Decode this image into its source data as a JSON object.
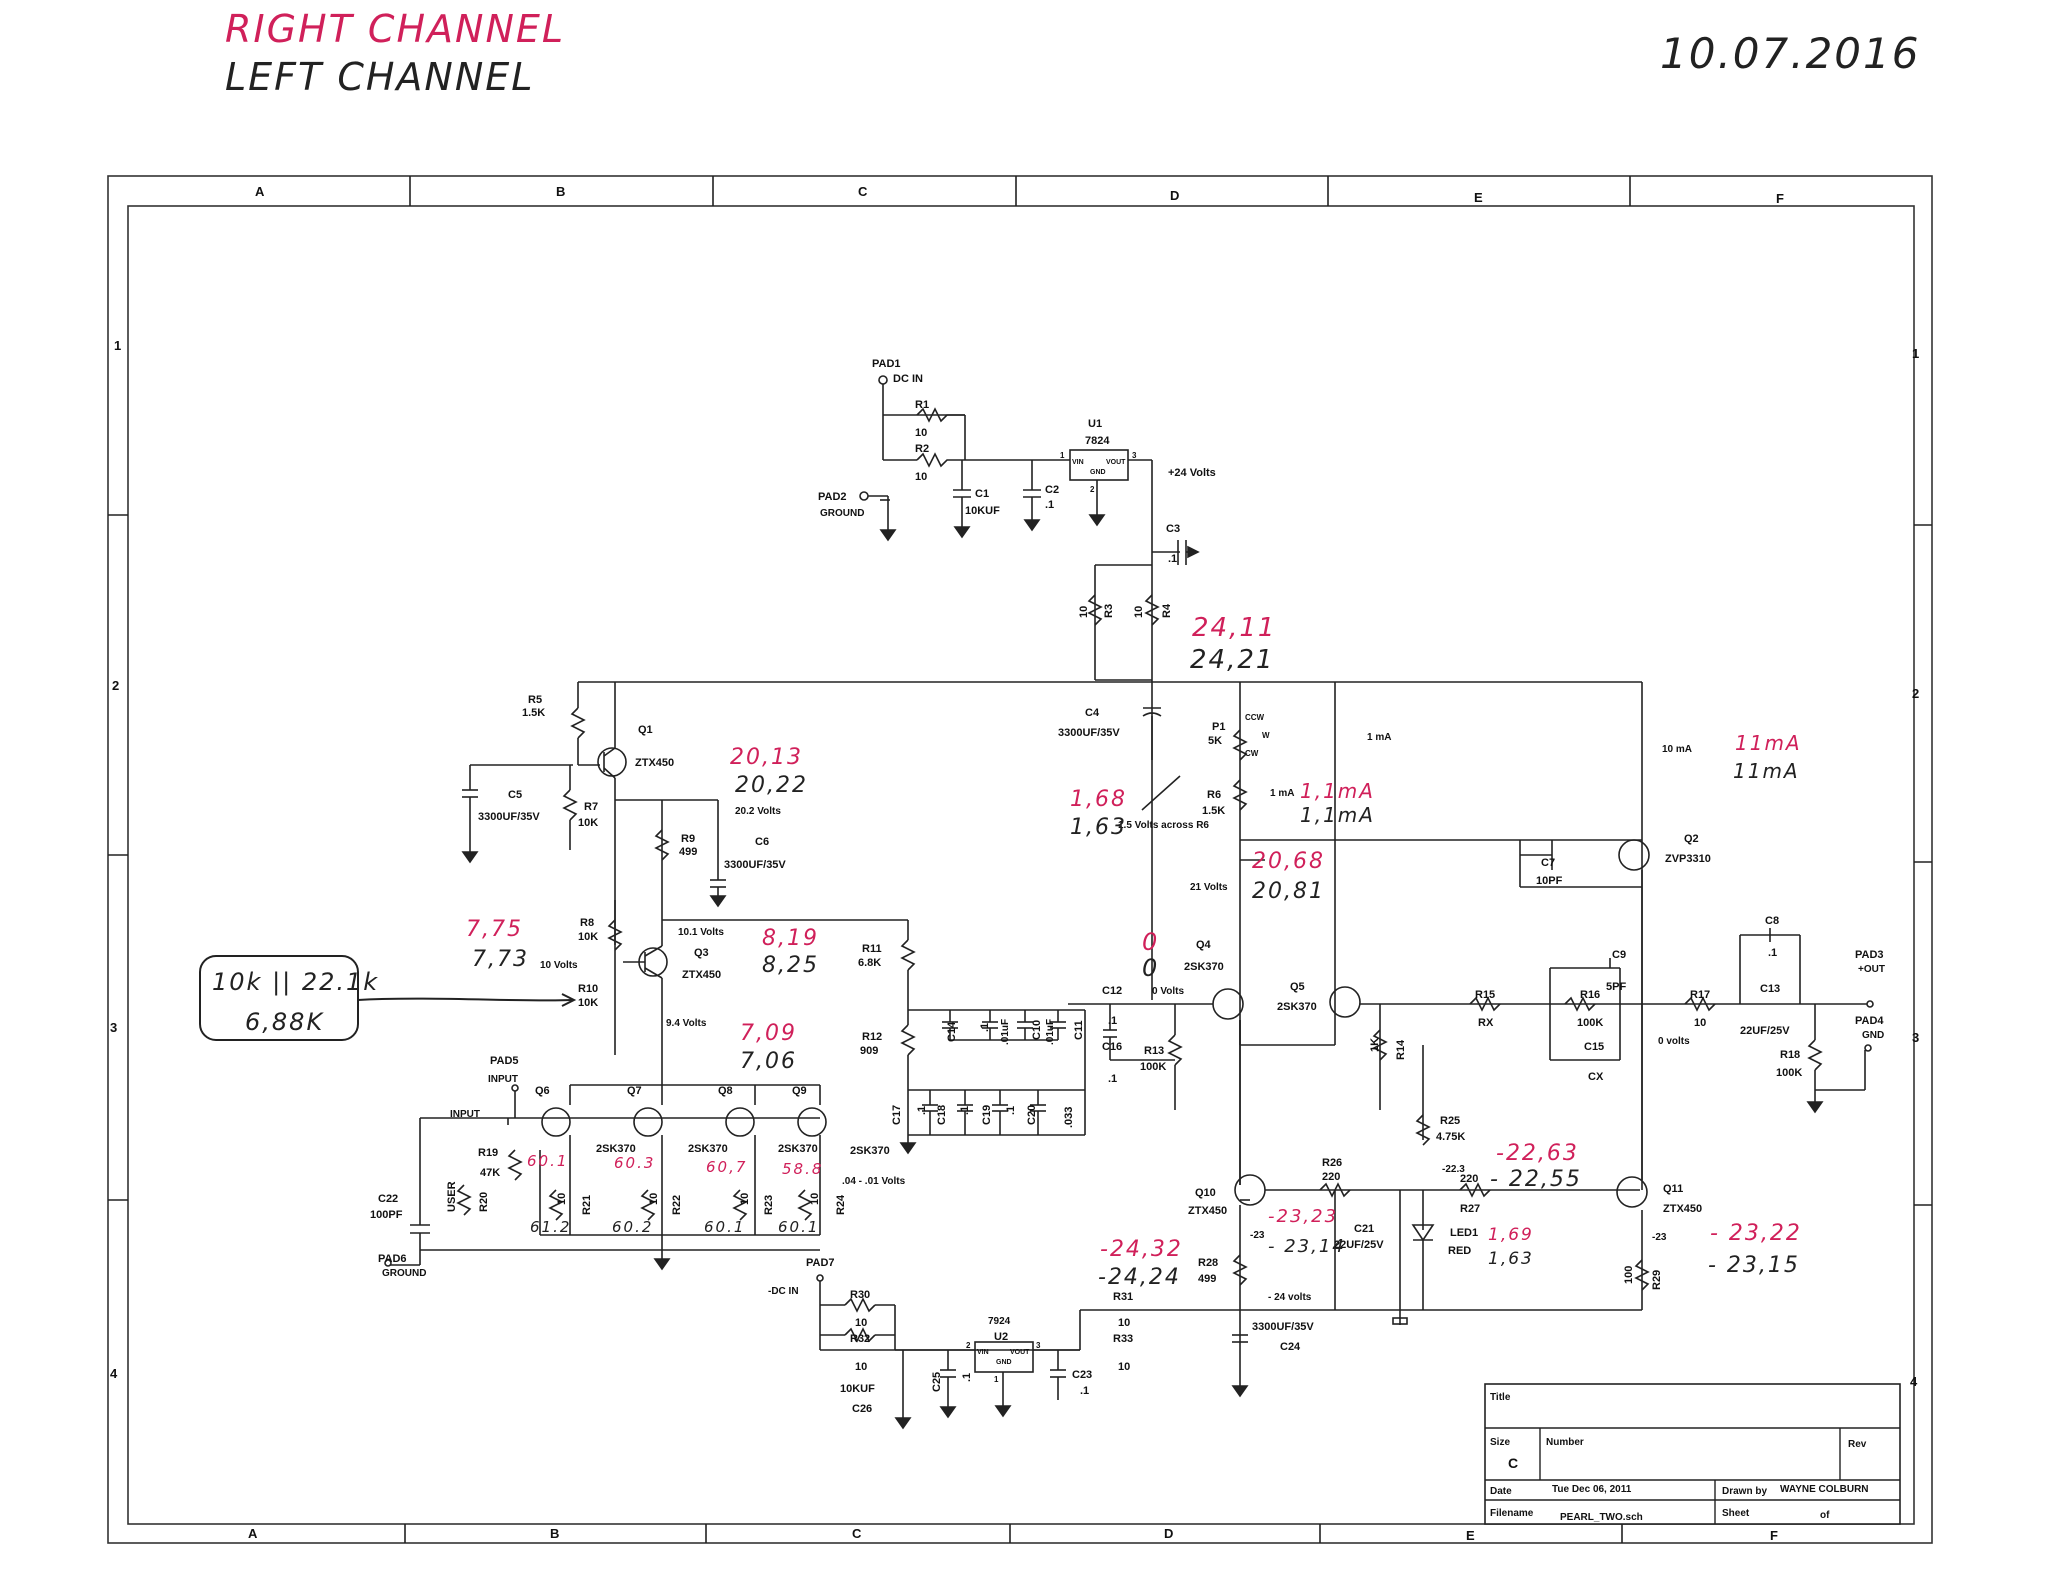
{
  "header": {
    "right_channel": "RIGHT CHANNEL",
    "left_channel": "LEFT CHANNEL",
    "date": "10.07.2016"
  },
  "colors": {
    "annotation_red": "#d0205a",
    "ink": "#222222"
  },
  "grid": {
    "columns": [
      "A",
      "B",
      "C",
      "D",
      "E",
      "F"
    ],
    "rows": [
      "1",
      "2",
      "3",
      "4"
    ]
  },
  "supply": {
    "pad1": "PAD1",
    "dc_in": "DC IN",
    "r1": "R1",
    "r1_val": "10",
    "r2": "R2",
    "r2_val": "10",
    "c1": "C1",
    "c1_val": "10KUF",
    "c2": "C2",
    "c2_val": ".1",
    "u1": "U1",
    "u1_part": "7824",
    "u1_vin": "VIN",
    "u1_vout": "VOUT",
    "u1_gnd": "GND",
    "pin1": "1",
    "pin2": "2",
    "pin3": "3",
    "plus24": "+24 Volts",
    "pad2": "PAD2",
    "ground": "GROUND",
    "c3": "C3",
    "c3_val": ".1",
    "r3": "R3",
    "r3_val": "10",
    "r4": "R4",
    "r4_val": "10",
    "c4": "C4",
    "c4_val": "3300UF/35V"
  },
  "annotations": {
    "v_24_11": "24,11",
    "v_24_21": "24,21",
    "v_20_13": "20,13",
    "v_20_22": "20,22",
    "v_7_75": "7,75",
    "v_7_73": "7,73",
    "v_8_19": "8,19",
    "v_8_25": "8,25",
    "v_7_09": "7,09",
    "v_7_06": "7,06",
    "v_1_68": "1,68",
    "v_1_63": "1,63",
    "i_11ma_r": "11mA",
    "i_11ma_k": "11mA",
    "i_11_1ma_r": "1,1mA",
    "i_11_1ma_k": "1,1mA",
    "v_20_68": "20,68",
    "v_20_81": "20,81",
    "v_0_r": "0",
    "v_0_k": "0",
    "v_60_1a": "60.1",
    "v_60_3": "60.3",
    "v_60_7": "60,7",
    "v_58_8": "58.8",
    "v_61_2": "61.2",
    "v_60_2": "60.2",
    "v_60_1b": "60.1",
    "v_60_1c": "60.1",
    "v_m22_63": "-22,63",
    "v_m22_55": "- 22,55",
    "v_m23_23": "-23,23",
    "v_m23_14": "- 23,14",
    "v_m24_32": "-24,32",
    "v_m24_24": "-24,24",
    "v_1_69": "1,69",
    "v_1_63b": "1,63",
    "v_m23_22": "- 23,22",
    "v_m23_15": "- 23,15",
    "callout": "10k || 22.1k",
    "callout2": "6,88K"
  },
  "circuit": {
    "r5": "R5",
    "r5_val": "1.5K",
    "q1": "Q1",
    "q1_part": "ZTX450",
    "c5": "C5",
    "c5_val": "3300UF/35V",
    "r7": "R7",
    "r7_val": "10K",
    "r9": "R9",
    "r9_val": "499",
    "c6": "C6",
    "c6_val": "3300UF/35V",
    "v20_2": "20.2 Volts",
    "r8": "R8",
    "r8_val": "10K",
    "v10": "10 Volts",
    "q3": "Q3",
    "q3_part": "ZTX450",
    "v10_1": "10.1 Volts",
    "r10": "R10",
    "r10_val": "10K",
    "v9_4": "9.4 Volts",
    "r11": "R11",
    "r11_val": "6.8K",
    "r12": "R12",
    "r12_val": "909",
    "c14": "C14",
    "c14_val": ".1",
    "c10": "C10",
    "c10_val": ".01uF",
    "c11": "C11",
    "c11_val": ".01uF",
    "c17": "C17",
    "c17_val": ".1",
    "c18": "C18",
    "c18_val": ".1",
    "c19": "C19",
    "c19_val": ".1",
    "c20": "C20",
    "c20_val": ".033",
    "sk370_b": "2SK370",
    "pad5": "PAD5",
    "input": "INPUT",
    "q6": "Q6",
    "q7": "Q7",
    "q8": "Q8",
    "q9": "Q9",
    "sk370": "2SK370",
    "r19": "R19",
    "r19_val": "47K",
    "r20": "R20",
    "r20_val": "USER",
    "r21": "R21",
    "r22": "R22",
    "r23": "R23",
    "r24": "R24",
    "r_val10": "10",
    "c22": "C22",
    "c22_val": "100PF",
    "pad6": "PAD6",
    "ground": "GROUND",
    "v04": ".04 - .01 Volts",
    "p1": "P1",
    "p1_val": "5K",
    "ccw": "CCW",
    "cw": "CW",
    "w": "W",
    "i1ma": "1 mA",
    "r6": "R6",
    "r6_val": "1.5K",
    "v1_5": "1.5 Volts across R6",
    "v21": "21 Volts",
    "c12": "C12",
    "c12_val": ".1",
    "c16": "C16",
    "c16_val": ".1",
    "r13": "R13",
    "r13_val": "100K",
    "q4": "Q4",
    "q4_part": "2SK370",
    "v0": "0 Volts",
    "q5": "Q5",
    "q5_part": "2SK370",
    "i10ma": "10 mA",
    "c7": "C7",
    "c7_val": "10PF",
    "q2": "Q2",
    "q2_part": "ZVP3310",
    "c9": "C9",
    "c9_val": "5PF",
    "r15": "R15",
    "r15_val": "RX",
    "r16": "R16",
    "r16_val": "100K",
    "c15": "C15",
    "c15_val": "CX",
    "r17": "R17",
    "r17_val": "10",
    "v0b": "0 volts",
    "c8": "C8",
    "c8_val": ".1",
    "c13": "C13",
    "c13_val": "22UF/25V",
    "r18": "R18",
    "r18_val": "100K",
    "pad3": "PAD3",
    "out": "+OUT",
    "pad4": "PAD4",
    "gnd": "GND",
    "r14": "R14",
    "r14_val": "1K",
    "r25": "R25",
    "r25_val": "4.75K",
    "r26": "R26",
    "r26_val": "220",
    "r27": "R27",
    "r27_val": "220",
    "m22_3": "-22.3",
    "q10": "Q10",
    "q10_part": "ZTX450",
    "m23a": "-23",
    "c21": "C21",
    "c21_val": "22UF/25V",
    "led1": "LED1",
    "led1_val": "RED",
    "q11": "Q11",
    "q11_part": "ZTX450",
    "m23b": "-23",
    "r28": "R28",
    "r28_val": "499",
    "r29": "R29",
    "r29_val": "100",
    "m24": "- 24 volts",
    "c24": "C24",
    "c24_val": "3300UF/35V",
    "pad7": "PAD7",
    "dc_in_neg": "-DC IN",
    "r30": "R30",
    "r30_val": "10",
    "r32": "R32",
    "r32_val": "10",
    "c26": "C26",
    "c26_val": "10KUF",
    "c25": "C25",
    "c25_val": ".1",
    "u2": "U2",
    "u2_part": "7924",
    "c23": "C23",
    "c23_val": ".1",
    "r31": "R31",
    "r31_val": "10",
    "r33": "R33",
    "r33_val": "10"
  },
  "title_block": {
    "title_label": "Title",
    "size_label": "Size",
    "size_val": "C",
    "number_label": "Number",
    "rev_label": "Rev",
    "date_label": "Date",
    "date_val": "Tue Dec 06, 2011",
    "drawn_label": "Drawn by",
    "drawn_val": "WAYNE COLBURN",
    "filename_label": "Filename",
    "filename_val": "PEARL_TWO.sch",
    "sheet_label": "Sheet",
    "of_label": "of"
  }
}
